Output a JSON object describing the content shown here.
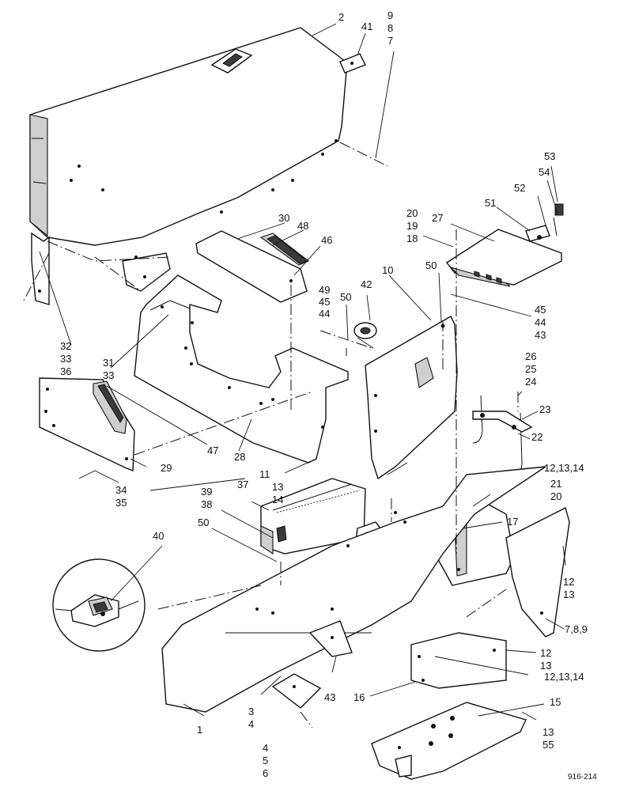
{
  "labels": {
    "l2": "2",
    "l41": "41",
    "l987": [
      "9",
      "8",
      "7"
    ],
    "l53": "53",
    "l54": "54",
    "l52": "52",
    "l51": "51",
    "l201918": [
      "20",
      "19",
      "18"
    ],
    "l27": "27",
    "l30": "30",
    "l48": "48",
    "l46": "46",
    "l50a": "50",
    "l10": "10",
    "l42": "42",
    "l494544": [
      "49",
      "45",
      "44"
    ],
    "l50b": "50",
    "l454443": [
      "45",
      "44",
      "43"
    ],
    "l323336": [
      "32",
      "33",
      "36"
    ],
    "l3133": [
      "31",
      "33"
    ],
    "l262524": [
      "26",
      "25",
      "24"
    ],
    "l23": "23",
    "l22": "22",
    "l47": "47",
    "l28": "28",
    "l29": "29",
    "l3435": [
      "34",
      "35"
    ],
    "l111314": [
      "11",
      "13",
      "14"
    ],
    "l121314a": "12,13,14",
    "l3938": [
      "39",
      "38"
    ],
    "l37": "37",
    "l2120": [
      "21",
      "20"
    ],
    "l17": "17",
    "l50c": "50",
    "l40": "40",
    "l1213a": [
      "12",
      "13"
    ],
    "l789": "7,8,9",
    "l1213b": [
      "12",
      "13"
    ],
    "l121314b": "12,13,14",
    "l43": "43",
    "l16": "16",
    "l15": "15",
    "l34": [
      "3",
      "4"
    ],
    "l1": "1",
    "l456": [
      "4",
      "5",
      "6"
    ],
    "l1355": [
      "13",
      "55"
    ]
  },
  "figure_ref": "916-214"
}
